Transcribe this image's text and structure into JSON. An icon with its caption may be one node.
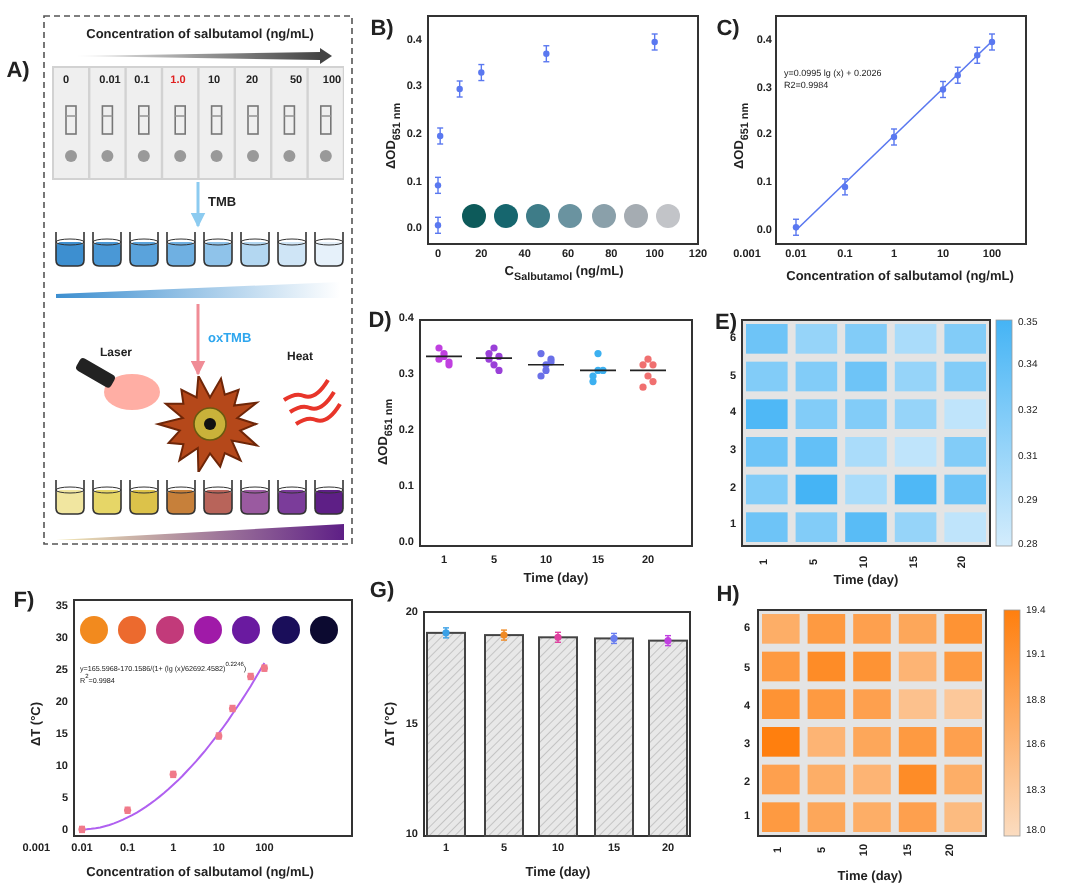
{
  "diagram": {
    "nodes": [
      {
        "text": [],
        "shape": "picture"
      },
      {
        "text": [],
        "shape": "picture"
      },
      {
        "text": [],
        "shape": "picture"
      }
    ],
    "edges": [
      {
        "from": 0,
        "to": 1,
        "arrow": "to",
        "label": "TMB",
        "color": "#8ccbf0"
      },
      {
        "from": 1,
        "to": 2,
        "arrow": "to",
        "label": "oxTMB",
        "color": "#f08c96"
      }
    ],
    "labels": [
      "A)",
      "Concentration of salbutamol (ng/mL)",
      "0",
      "0.01",
      "0.1",
      "1.0",
      "10",
      "20",
      "50",
      "100",
      "Laser",
      "Heat",
      "B)",
      "0.4",
      "0.3",
      "0.2",
      "0.1",
      "0.0",
      "0",
      "20",
      "40",
      "60",
      "80",
      "100",
      "120",
      "C$_{Salbutamol}$ (ng/mL)",
      "ΔOD$_{651 nm}$",
      "C)",
      "0.4",
      "0.3",
      "0.2",
      "0.1",
      "0.0",
      "0.001",
      "0.01",
      "0.1",
      "1",
      "10",
      "100",
      "Concentration of salbutamol (ng/mL)",
      "ΔOD$_{651 nm}$",
      "y=0.0995 lg (x) + 0.2026",
      "R2=0.9984",
      "D)",
      "0.4",
      "0.3",
      "0.2",
      "0.1",
      "0.0",
      "1",
      "5",
      "10",
      "15",
      "20",
      "Time (day)",
      "ΔOD$_{651 nm}$",
      "E)",
      "6",
      "5",
      "4",
      "3",
      "2",
      "1",
      "1",
      "5",
      "10",
      "15",
      "20",
      "Time (day)",
      "0.35",
      "0.34",
      "0.32",
      "0.31",
      "0.29",
      "0.28",
      "F)",
      "35",
      "30",
      "25",
      "20",
      "15",
      "10",
      "5",
      "0",
      "0.001",
      "0.01",
      "0.1",
      "1",
      "10",
      "100",
      "Concentration of salbutamol (ng/mL)",
      "ΔT (°C)",
      "y=165.5968-170.1586/(1+ (lg (x)/62692.4582)$^{0.2246}$)",
      "R$^{2}$=0.9984",
      "G)",
      "20",
      "15",
      "10",
      "1",
      "5",
      "10",
      "15",
      "20",
      "Time (day)",
      "ΔT (°C)",
      "H)",
      "6",
      "5",
      "4",
      "3",
      "2",
      "1",
      "1",
      "5",
      "10",
      "15",
      "20",
      "Time (day)",
      "19.4",
      "19.1",
      "18.8",
      "18.6",
      "18.3",
      "18.0"
    ]
  }
}
